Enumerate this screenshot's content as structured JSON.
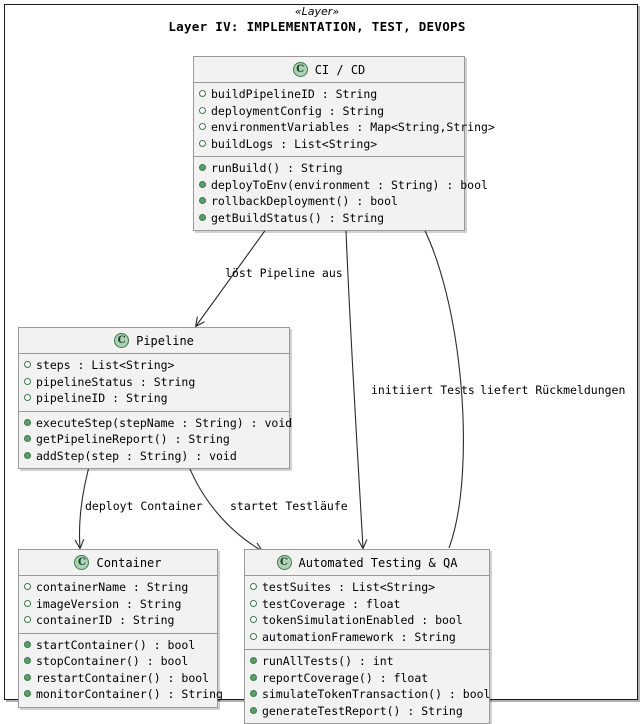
{
  "diagram": {
    "stereotype": "«Layer»",
    "title": "Layer IV: IMPLEMENTATION, TEST, DEVOPS",
    "accent_color": "#ADD1B2",
    "box_fill": "#f2f2f2",
    "border_color": "#9a9a9a",
    "class_badge_letter": "C"
  },
  "classes": {
    "cicd": {
      "name": "CI / CD",
      "fields": [
        "buildPipelineID : String",
        "deploymentConfig : String",
        "environmentVariables : Map<String,String>",
        "buildLogs : List<String>"
      ],
      "methods": [
        "runBuild() : String",
        "deployToEnv(environment : String) : bool",
        "rollbackDeployment() : bool",
        "getBuildStatus() : String"
      ]
    },
    "pipeline": {
      "name": "Pipeline",
      "fields": [
        "steps : List<String>",
        "pipelineStatus : String",
        "pipelineID : String"
      ],
      "methods": [
        "executeStep(stepName : String) : void",
        "getPipelineReport() : String",
        "addStep(step : String) : void"
      ]
    },
    "container": {
      "name": "Container",
      "fields": [
        "containerName : String",
        "imageVersion : String",
        "containerID : String"
      ],
      "methods": [
        "startContainer() : bool",
        "stopContainer() : bool",
        "restartContainer() : bool",
        "monitorContainer() : String"
      ]
    },
    "testing": {
      "name": "Automated Testing & QA",
      "fields": [
        "testSuites : List<String>",
        "testCoverage : float",
        "tokenSimulationEnabled : bool",
        "automationFramework : String"
      ],
      "methods": [
        "runAllTests() : int",
        "reportCoverage() : float",
        "simulateTokenTransaction() : bool",
        "generateTestReport() : String"
      ]
    }
  },
  "edges": [
    {
      "id": "cicd-to-pipeline",
      "label": "löst Pipeline aus",
      "from": "cicd",
      "to": "pipeline"
    },
    {
      "id": "cicd-to-testing",
      "label": "initiiert Tests",
      "from": "cicd",
      "to": "testing"
    },
    {
      "id": "testing-to-cicd",
      "label": "liefert Rückmeldungen",
      "from": "testing",
      "to": "cicd"
    },
    {
      "id": "pipeline-to-container",
      "label": "deployt Container",
      "from": "pipeline",
      "to": "container"
    },
    {
      "id": "pipeline-to-testing",
      "label": "startet Testläufe",
      "from": "pipeline",
      "to": "testing"
    }
  ]
}
